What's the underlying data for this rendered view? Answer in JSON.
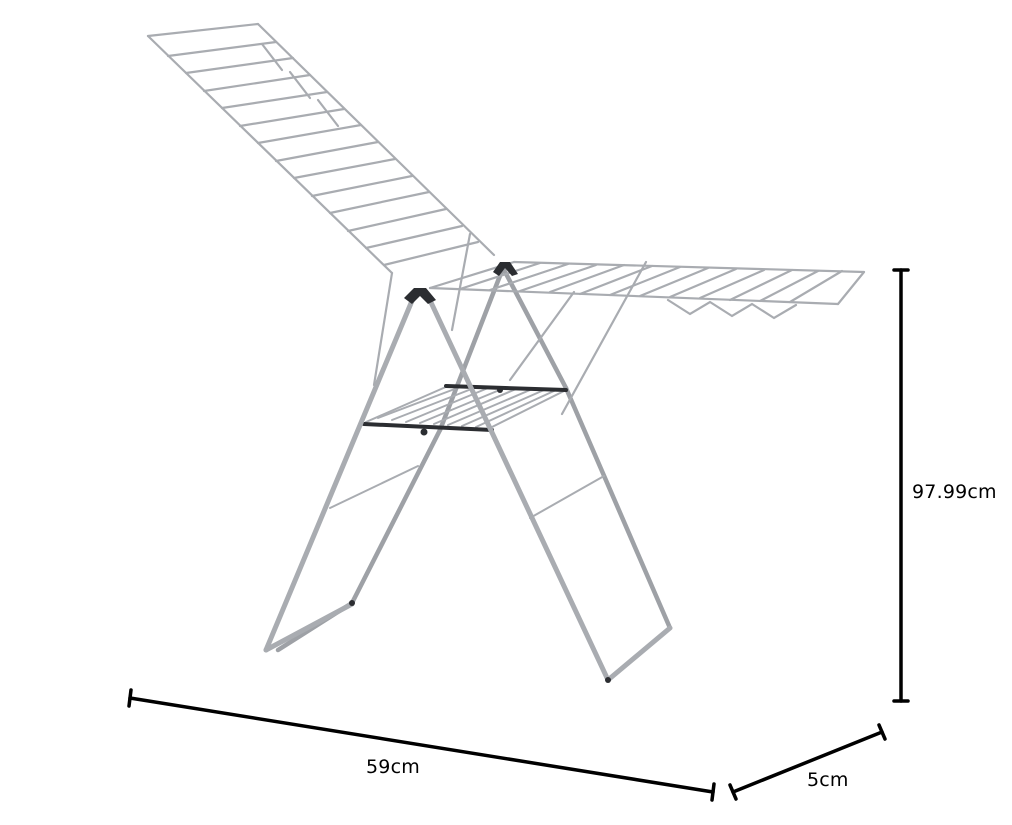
{
  "product": {
    "name_icon": "clothes-airer-drawing",
    "frame_color": "#a9acb1",
    "frame_dark": "#7d8086",
    "joint_color": "#2b2d31"
  },
  "dimensions": {
    "height": "97.99cm",
    "width": "59cm",
    "depth": "5cm",
    "line_color": "#000000"
  }
}
